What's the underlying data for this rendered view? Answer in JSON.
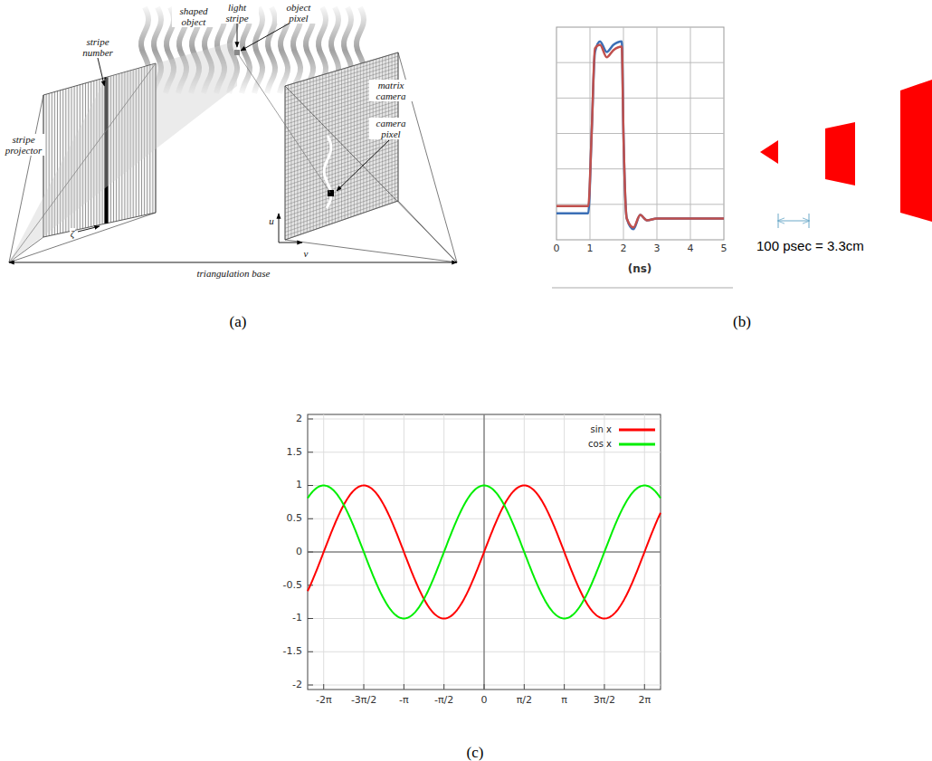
{
  "diagram": {
    "labels": [
      "shaped object",
      "light stripe",
      "object pixel",
      "stripe number",
      "matrix camera",
      "camera pixel",
      "stripe projector",
      "ζ",
      "u",
      "v",
      "triangulation base",
      "0",
      "1",
      "2",
      "3",
      "4",
      "5",
      "(ns)",
      "100 psec = 3.3cm",
      "(a)",
      "(b)",
      "2",
      "1.5",
      "1",
      "0.5",
      "0",
      "-0.5",
      "-1",
      "-1.5",
      "-2",
      "-2π",
      "-3π/2",
      "-π",
      "-π/2",
      "0",
      "π/2",
      "π",
      "3π/2",
      "2π",
      "(c)"
    ],
    "legend": [
      {
        "text": "sin x"
      },
      {
        "text": "cos x"
      }
    ]
  }
}
